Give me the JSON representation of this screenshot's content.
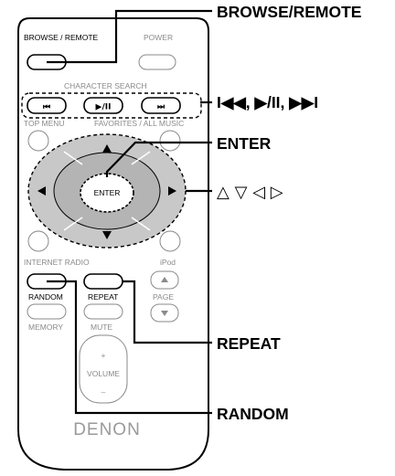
{
  "remote": {
    "brand": "DENON",
    "labels": {
      "browse_remote": "BROWSE / REMOTE",
      "power": "POWER",
      "character_search": "CHARACTER SEARCH",
      "top_menu": "TOP MENU",
      "favorites_all_music": "FAVORITES / ALL MUSIC",
      "enter": "ENTER",
      "internet_radio": "INTERNET RADIO",
      "ipod": "iPod",
      "random": "RANDOM",
      "repeat": "REPEAT",
      "page": "PAGE",
      "memory": "MEMORY",
      "mute": "MUTE",
      "volume": "VOLUME",
      "volume_plus": "+",
      "volume_minus": "–"
    },
    "transport_glyphs": {
      "prev": "⏮",
      "play_pause": "▶/II",
      "next": "⏭"
    }
  },
  "callouts": {
    "browse_remote": "BROWSE/REMOTE",
    "transport": "I◀◀, ▶/II, ▶▶I",
    "enter": "ENTER",
    "cursor": "△ ▽ ◁ ▷",
    "repeat": "REPEAT",
    "random": "RANDOM"
  }
}
